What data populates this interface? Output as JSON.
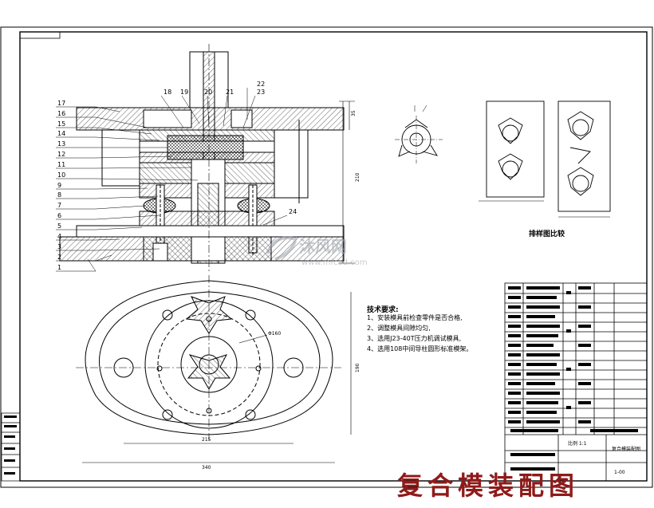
{
  "drawing": {
    "caption": "复合模装配图",
    "layout_caption": "排样图比较",
    "part_numbers_left": [
      "17",
      "16",
      "15",
      "14",
      "13",
      "12",
      "11",
      "10",
      "9",
      "8",
      "7",
      "6",
      "5",
      "4",
      "3",
      "2",
      "1"
    ],
    "part_numbers_top": [
      "18",
      "19",
      "20",
      "21",
      "22",
      "23"
    ],
    "part_number_side": "24",
    "dim_vertical_total": "210",
    "dim_upper_plate": "35",
    "dim_plan_diameter": "Φ160",
    "dim_plan_width_inner": "215",
    "dim_plan_width_outer": "340",
    "dim_plan_height": "190",
    "technical_requirements": {
      "title": "技术要求:",
      "lines": [
        "1、安装模具前检查零件是否合格,",
        "2、调整模具间隙均匀,",
        "3、选用J23-40T压力机调试模具,",
        "4、选用108中间导柱圆形标准模架。"
      ]
    },
    "title_block": {
      "scale": "比例 1:1",
      "drawing_name": "复合模装配图",
      "code": "1-00"
    }
  },
  "watermark": {
    "brand": "沐风网",
    "url": "www.mfcad.com"
  },
  "colors": {
    "line": "#000000",
    "caption": "#8f1a1a",
    "watermark": "#9aa0a8"
  }
}
